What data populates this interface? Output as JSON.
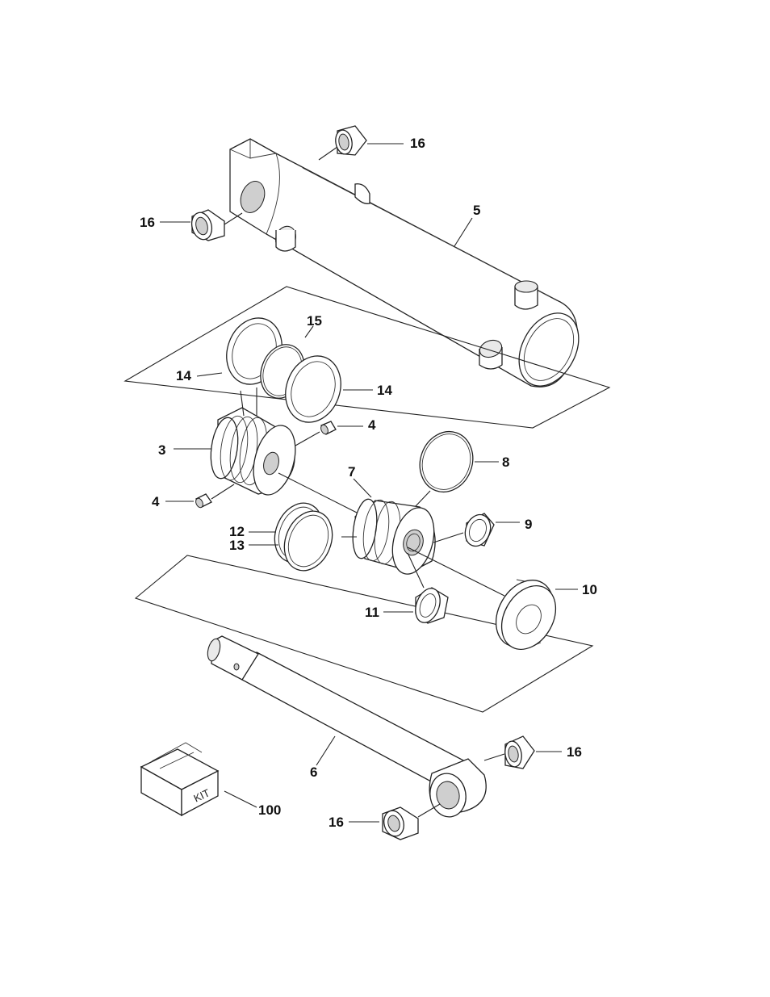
{
  "callouts": {
    "c16_top": "16",
    "c16_left": "16",
    "c5": "5",
    "c15": "15",
    "c14_left": "14",
    "c14_right": "14",
    "c4_right": "4",
    "c3": "3",
    "c4_left": "4",
    "c7": "7",
    "c8": "8",
    "c9": "9",
    "c12": "12",
    "c13": "13",
    "c10": "10",
    "c11": "11",
    "c6": "6",
    "c16_rod_right": "16",
    "c16_rod_bottom": "16",
    "c100": "100"
  },
  "kit_label": "KIT"
}
